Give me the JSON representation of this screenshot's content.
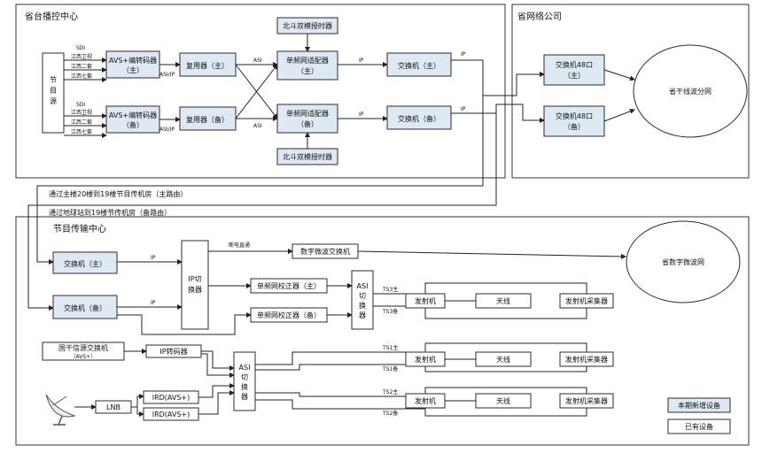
{
  "regions": {
    "broadcast_center": "省台播控中心",
    "network_company": "省网络公司",
    "transmission_center": "节目传输中心"
  },
  "source": {
    "label": [
      "节",
      "目",
      "源"
    ]
  },
  "sdi_main": {
    "sdi": "SDI",
    "channels": [
      "江西卫视",
      "江西二套",
      "江西七套"
    ]
  },
  "sdi_backup": {
    "sdi": "SDI",
    "channels": [
      "江西卫视",
      "江西二套",
      "江西七套"
    ]
  },
  "encoder_main": [
    "AVS+编转码器",
    "（主）"
  ],
  "encoder_backup": [
    "AVS+编转码器",
    "（备）"
  ],
  "asi_ip": "ASI/IP",
  "mux_main": "复用器（主）",
  "mux_backup": "复用器（备）",
  "asi": "ASI",
  "beidou_top": "北斗双模授时器",
  "beidou_bottom": "北斗双模授时器",
  "adapter_main": [
    "单频网适配器",
    "（主）"
  ],
  "adapter_backup": [
    "单频网适配器",
    "（备）"
  ],
  "ip": "IP",
  "switch_main_top": "交换机（主）",
  "switch_backup_top": "交换机（备）",
  "switch48_main": [
    "交换机48口",
    "（主）"
  ],
  "switch48_backup": [
    "交换机48口",
    "（备）"
  ],
  "provincial_trunk": "省干线波分网",
  "route_main": "通过主楼20楼到19楼节目传机房（主路由）",
  "route_backup": "通过地球站到19楼节传机房（备路由）",
  "switch_main_tc": "交换机（主）",
  "switch_backup_tc": "交换机（备）",
  "ip_switcher": [
    "IP切",
    "换器"
  ],
  "power_direct": "断电直通",
  "digital_mw_switch": "数字微波交换机",
  "provincial_mw": "省数字微波网",
  "corrector_main": "单频网校正器（主）",
  "corrector_backup": "单频网校正器（备）",
  "asi_switcher_top": [
    "ASI",
    "切",
    "换",
    "器"
  ],
  "asi_switcher_bottom": [
    "ASI",
    "切",
    "换",
    "器"
  ],
  "ts_labels": {
    "ts3_main": "TS3主",
    "ts3_backup": "TS3备",
    "ts1_main": "TS1主",
    "ts1_backup": "TS1备",
    "ts2_main": "TS2主",
    "ts2_backup": "TS2备"
  },
  "transmitter": "发射机",
  "antenna": "天线",
  "collector": "发射机采集器",
  "national_switch": [
    "国干信源交换机",
    "（AVS+）"
  ],
  "ip_transcoder": "IP转码器",
  "lnb": "LNB",
  "ird1": "IRD(AVS+)",
  "ird2": "IRD(AVS+)",
  "legend": {
    "new_equipment": "本期新增设备",
    "existing_equipment": "已有设备"
  },
  "colors": {
    "new_fill": "#dfe9f3",
    "existing_fill": "#ffffff",
    "line": "#222222"
  },
  "icons": {
    "satellite_dish": "satellite-dish-icon"
  }
}
